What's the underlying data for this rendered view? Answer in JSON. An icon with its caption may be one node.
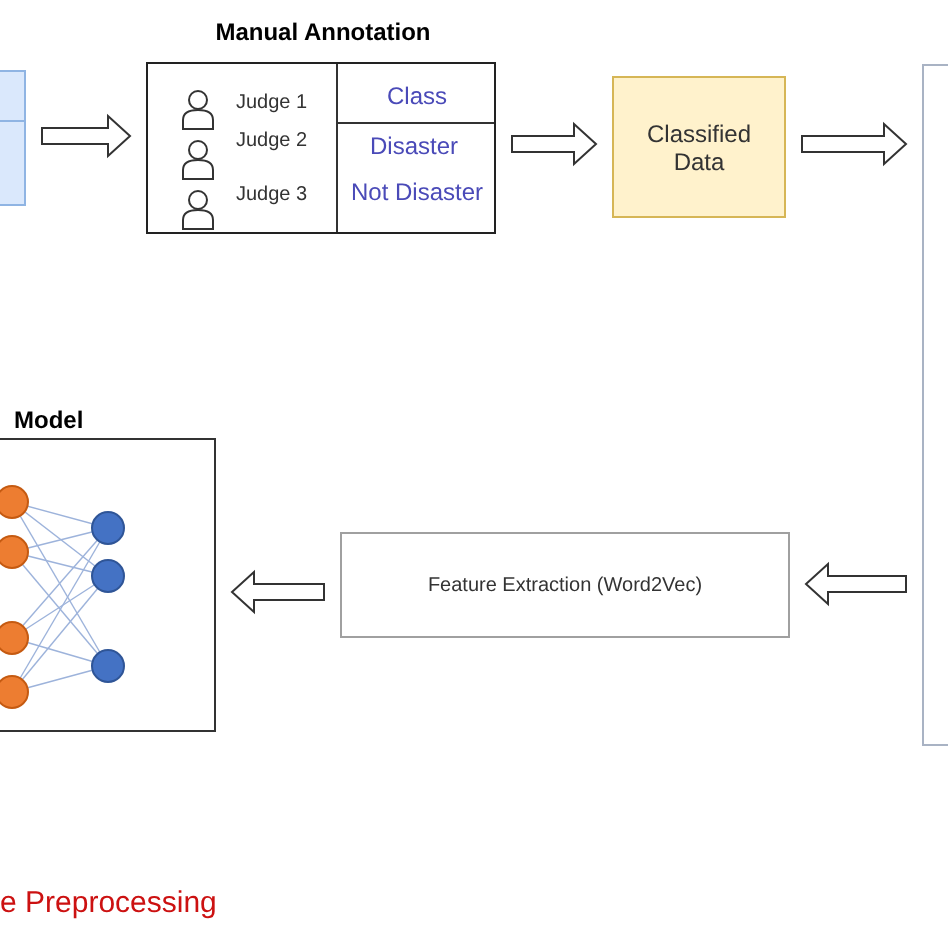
{
  "diagram": {
    "nodes": [
      {
        "text": [],
        "shape": "box"
      },
      {
        "text": [
          "Manual Annotation"
        ]
      },
      {
        "text": [
          "Classified Data"
        ]
      },
      {
        "text": [],
        "shape": "box"
      },
      {
        "text": [
          "Feature Extraction (Word2Vec)"
        ]
      },
      {
        "text": [
          "Model"
        ]
      }
    ],
    "edges": [
      {
        "from": 0,
        "to": 1,
        "arrow": "to"
      },
      {
        "from": 1,
        "to": 2,
        "arrow": "to"
      },
      {
        "from": 2,
        "to": 3,
        "arrow": "to"
      },
      {
        "from": 3,
        "to": 4,
        "arrow": "to"
      },
      {
        "from": 4,
        "to": 5,
        "arrow": "to"
      }
    ],
    "labels": [
      "Judge 1",
      "Judge 2",
      "Judge 3",
      "Class",
      "Disaster",
      "Not Disaster",
      "e Preprocessing"
    ]
  }
}
